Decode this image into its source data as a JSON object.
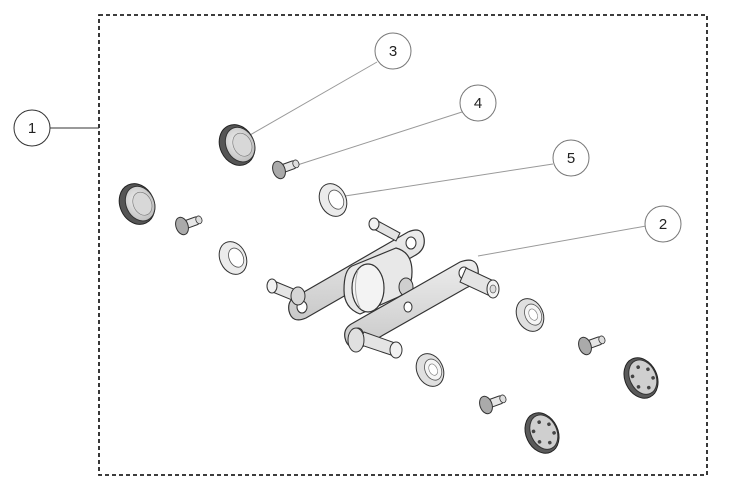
{
  "callouts": [
    {
      "id": "1",
      "label": "1",
      "target": "assembly-boundary"
    },
    {
      "id": "2",
      "label": "2",
      "target": "linkage-bracket"
    },
    {
      "id": "3",
      "label": "3",
      "target": "cap-upper"
    },
    {
      "id": "4",
      "label": "4",
      "target": "pin-upper"
    },
    {
      "id": "5",
      "label": "5",
      "target": "bushing-upper"
    }
  ],
  "colors": {
    "line": "#333333",
    "part_fill": "#e6e6e6",
    "part_shade": "#bdbdbd",
    "dark": "#555555",
    "leader": "#9a9a9a"
  }
}
